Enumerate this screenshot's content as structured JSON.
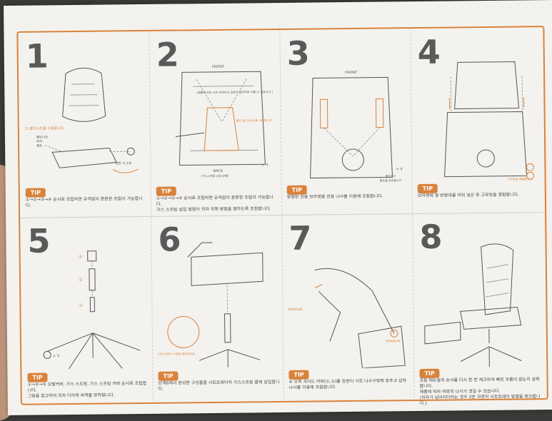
{
  "steps": [
    {
      "number": "1",
      "labels": [
        "1) 볼트너트를 사용합니다.",
        "볼트너트",
        "와셔",
        "볼트",
        "방한 커 2개"
      ],
      "tip": "TIP",
      "desc": [
        "①→②→③→④ 순서로 조립하면 유격없이 튼튼한 조립이 가능합니다."
      ]
    },
    {
      "number": "2",
      "labels": [
        "FRONT",
        "(제품에 따라 시트 트레이의 모양이 달라지며 다를 수 있습니다.)",
        "BACK",
        "(가스스프링 삽입 방향)",
        "볼트 용구(나사)를 사용합니다",
        "× 4"
      ],
      "tip": "TIP",
      "desc": [
        "①→②→③→④ 순서로 조립하면 유격없이 튼튼한 조립이 가능합니다.",
        "가스 스프링 삽입 방향이 의자 뒤쪽 방향을 향하도록 조정합니다."
      ]
    },
    {
      "number": "3",
      "labels": [
        "FRONT",
        "× 4",
        "볼트용구",
        "볼트를 준비합니다"
      ],
      "tip": "TIP",
      "desc": [
        "방향된 전용 브라켓을 전용 나사를 이용해 조립합니다."
      ]
    },
    {
      "number": "4",
      "labels": [
        "고무링을 결합합니다"
      ],
      "tip": "TIP",
      "desc": [
        "브라켓에 쌓 반항대를 끼워 넣은 후 고무링을 결합합니다."
      ]
    },
    {
      "number": "5",
      "labels": [
        "③",
        "②",
        "①",
        "× 5"
      ],
      "tip": "TIP",
      "desc": [
        "①→②→③ 오발커버, 가스 스프링, 가스 스프링 커버 순서로 조립합니다.",
        "그림을 참고하여 의자 다리에 바퀴를 장착합니다."
      ]
    },
    {
      "number": "6",
      "labels": [
        "시트 트레이 구멍을 확인하세요"
      ],
      "tip": "TIP",
      "desc": [
        "단계6에서 완성한 구성품을 시트트레이의 가스스프링 홈에 삽입합니다."
      ]
    },
    {
      "number": "7",
      "labels": [
        "OHAGUN",
        "OHAGUN"
      ],
      "tip": "TIP",
      "desc": [
        "※ 우측 사이드 커버(①,②)를 등받이 시트 나사구멍에 맞추고 삽자",
        "나사를 이용해 조립합니다."
      ]
    },
    {
      "number": "8",
      "labels": [],
      "tip": "TIP",
      "desc": [
        "조립 매뉴얼의 순서를 다시 한 번 체크하여 빠진 부품이 없는지 살펴봅니다.",
        "제품에 따라 여분의 나사가 생길 수 있습니다.",
        "(의자가 넘어지더라는 경우 2번 과정의 시트트레이 방향을 체크합니다.)"
      ]
    }
  ],
  "colors": {
    "accent": "#d9823b",
    "paper": "#f3f2ee",
    "line": "#555555"
  }
}
